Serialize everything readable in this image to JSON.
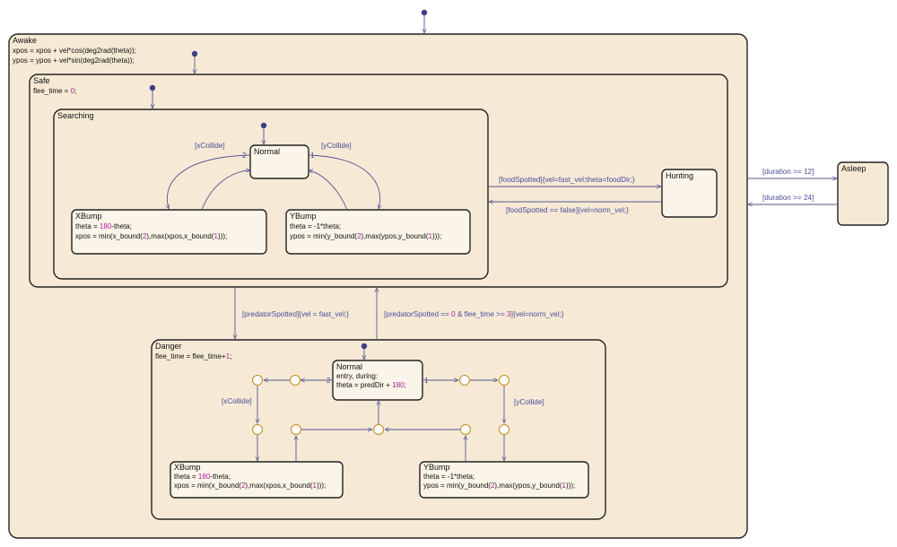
{
  "states": {
    "awake": {
      "title": "Awake",
      "line1": "xpos = xpos + vel*cos(deg2rad(theta));",
      "line2": "ypos = ypos + vel*sin(deg2rad(theta));"
    },
    "safe": {
      "title": "Safe",
      "action_prefix": "flee_time = ",
      "action_num": "0",
      "action_suffix": ";"
    },
    "searching": {
      "title": "Searching"
    },
    "normal": {
      "title": "Normal"
    },
    "xbump": {
      "title": "XBump",
      "line1_prefix": "theta = ",
      "line1_num": "180",
      "line1_suffix": "-theta;",
      "line2_a": "xpos = min(x_bound(",
      "line2_n1": "2",
      "line2_b": "),max(xpos,x_bound(",
      "line2_n2": "1",
      "line2_c": ")));"
    },
    "ybump": {
      "title": "YBump",
      "line1": "theta = -1*theta;",
      "line2_a": "ypos = min(y_bound(",
      "line2_n1": "2",
      "line2_b": "),max(ypos,y_bound(",
      "line2_n2": "1",
      "line2_c": ")));"
    },
    "hunting": {
      "title": "Hunting"
    },
    "asleep": {
      "title": "Asleep"
    },
    "danger": {
      "title": "Danger",
      "action_prefix": "flee_time = flee_time+",
      "action_num": "1",
      "action_suffix": ";"
    },
    "danger_normal": {
      "title": "Normal",
      "line1": "entry, during:",
      "line2_prefix": "theta = predDir + ",
      "line2_num": "180",
      "line2_suffix": ";"
    },
    "danger_xbump": {
      "title": "XBump",
      "line1_prefix": "theta = ",
      "line1_num": "180",
      "line1_suffix": "-theta;",
      "line2_a": "xpos = min(x_bound(",
      "line2_n1": "2",
      "line2_b": "),max(xpos,x_bound(",
      "line2_n2": "1",
      "line2_c": ")));"
    },
    "danger_ybump": {
      "title": "YBump",
      "line1": "theta = -1*theta;",
      "line2_a": "ypos = min(y_bound(",
      "line2_n1": "2",
      "line2_b": "),max(ypos,y_bound(",
      "line2_n2": "1",
      "line2_c": ")));"
    }
  },
  "transitions": {
    "search_xcollide": "[xCollide]",
    "search_ycollide": "[yCollide]",
    "search_order_x": "2",
    "search_order_y": "1",
    "food_spotted": "[foodSpotted]{vel=fast_vel;theta=foodDir;}",
    "food_lost_a": "[foodSpotted == false]{vel=norm_vel;}",
    "duration_12": "[duration >= 12]",
    "duration_24": "[duration >= 24]",
    "predator_spotted": "[predatorSpotted]{vel = fast_vel;}",
    "predator_gone_a": "[predatorSpotted == ",
    "predator_gone_n1": "0",
    "predator_gone_b": " & flee_time >= ",
    "predator_gone_n2": "3",
    "predator_gone_c": "]{vel=norm_vel;}",
    "danger_xcollide": "[xCollide]",
    "danger_ycollide": "[yCollide]",
    "danger_order_x": "2",
    "danger_order_y": "1"
  },
  "colors": {
    "state_fill": "#f6ead6",
    "label_text": "#4a4a9a",
    "numeric_literal": "#b0209a",
    "junction_stroke": "#c68a1c"
  }
}
